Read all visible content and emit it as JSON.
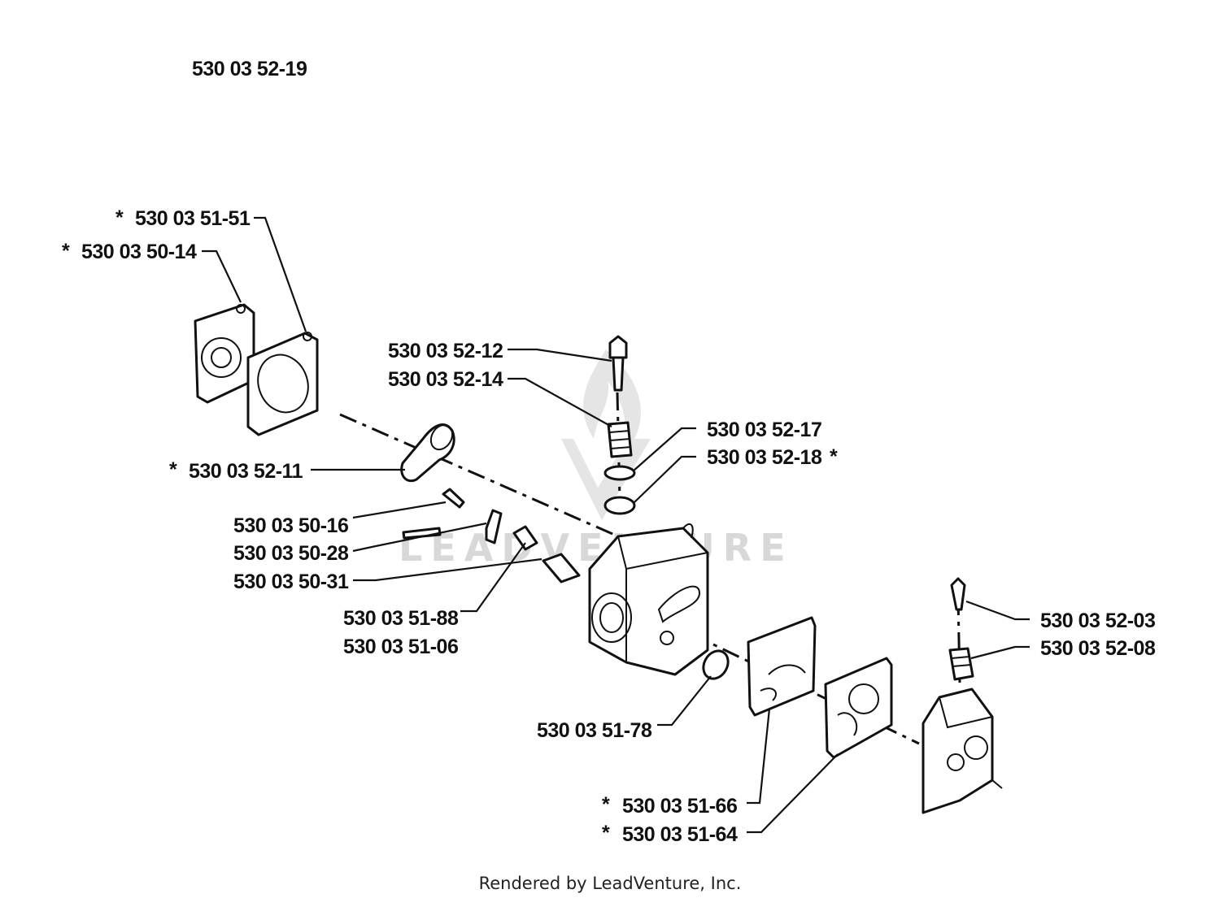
{
  "assembly_number": "530 03 52-19",
  "footer": "Rendered by LeadVenture, Inc.",
  "watermark": "LEADVENTURE",
  "labels": {
    "p_51_51": "530 03 51-51",
    "p_50_14": "530 03 50-14",
    "p_52_12": "530 03 52-12",
    "p_52_14": "530 03 52-14",
    "p_52_17": "530 03 52-17",
    "p_52_18": "530 03 52-18",
    "p_52_11": "530 03 52-11",
    "p_50_16": "530 03 50-16",
    "p_50_28": "530 03 50-28",
    "p_50_31": "530 03 50-31",
    "p_51_88": "530 03 51-88",
    "p_51_06": "530 03 51-06",
    "p_52_03": "530 03 52-03",
    "p_52_08": "530 03 52-08",
    "p_51_78": "530 03 51-78",
    "p_51_66": "530 03 51-66",
    "p_51_64": "530 03 51-64"
  },
  "asterisk": "*"
}
